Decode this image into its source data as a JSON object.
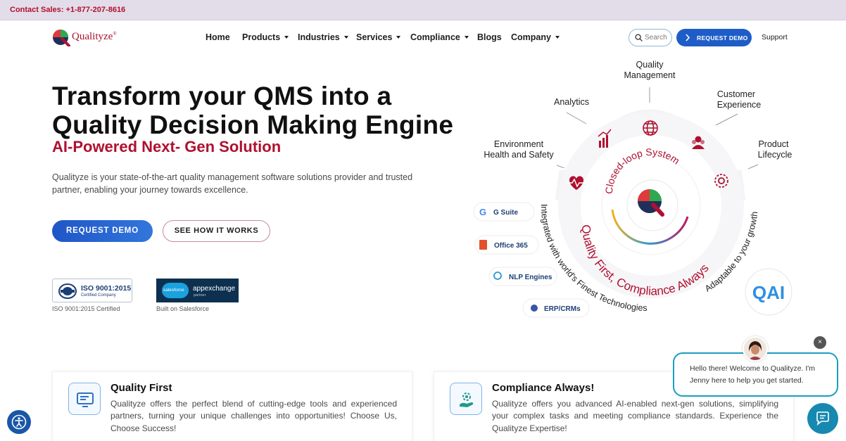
{
  "topbar": {
    "contact": "Contact Sales: +1-877-207-8616"
  },
  "brand": {
    "name": "Qualityze",
    "mark": "®"
  },
  "nav": [
    {
      "label": "Home",
      "dropdown": false
    },
    {
      "label": "Products",
      "dropdown": true
    },
    {
      "label": "Industries",
      "dropdown": true
    },
    {
      "label": "Services",
      "dropdown": true
    },
    {
      "label": "Compliance",
      "dropdown": true
    },
    {
      "label": "Blogs",
      "dropdown": false
    },
    {
      "label": "Company",
      "dropdown": true
    }
  ],
  "header": {
    "search_placeholder": "Search",
    "demo_label": "REQUEST DEMO",
    "support_label": "Support"
  },
  "hero": {
    "title_line1": "Transform your QMS into a",
    "title_line2": "Quality Decision Making Engine",
    "subtitle": "AI-Powered Next- Gen Solution",
    "description": "Qualityze is your state-of-the-art quality management software solutions provider and trusted partner, enabling your journey towards excellence.",
    "cta_primary": "REQUEST DEMO",
    "cta_secondary": "SEE HOW IT WORKS"
  },
  "badges": {
    "iso_title": "ISO 9001:2015",
    "iso_small": "Certified Company",
    "iso_caption": "ISO 9001:2015 Certified",
    "sf_logo": "salesforce",
    "sf_name": "appexchange",
    "sf_partner": "partner",
    "sf_caption": "Built on Salesforce"
  },
  "diagram": {
    "labels": {
      "quality_mgmt_1": "Quality",
      "quality_mgmt_2": "Management",
      "analytics": "Analytics",
      "customer_1": "Customer",
      "customer_2": "Experience",
      "ehs_1": "Environment",
      "ehs_2": "Health and Safety",
      "product_1": "Product",
      "product_2": "Lifecycle"
    },
    "arc_inner": "Closed-loop System",
    "arc_middle": "Quality First, Compliance Always",
    "arc_left": "Integrated with world's Finest Technologies",
    "arc_right": "Adaptable to your growth",
    "integrations": [
      "G Suite",
      "Office 365",
      "NLP Engines",
      "ERP/CRMs"
    ],
    "qai": "QAI",
    "colors": {
      "accent": "#b0102f",
      "segment": "#f4f4f6",
      "label": "#1f1f1f"
    }
  },
  "cards": [
    {
      "title": "Quality First",
      "text": "Qualityze offers the perfect blend of cutting-edge tools and experienced partners, turning your unique challenges into opportunities! Choose Us, Choose Success!"
    },
    {
      "title": "Compliance Always!",
      "text": "Qualityze offers you advanced AI-enabled next-gen solutions, simplifying your complex tasks and meeting compliance standards. Experience the Qualityze Expertise!"
    }
  ],
  "chat": {
    "message": "Hello there! Welcome to Qualityze. I'm Jenny here to help you get started.",
    "close": "×"
  },
  "icons": {
    "search": "search-icon",
    "chevron": "chevron-right-icon",
    "accessibility": "accessibility-icon",
    "chat": "chat-icon"
  }
}
